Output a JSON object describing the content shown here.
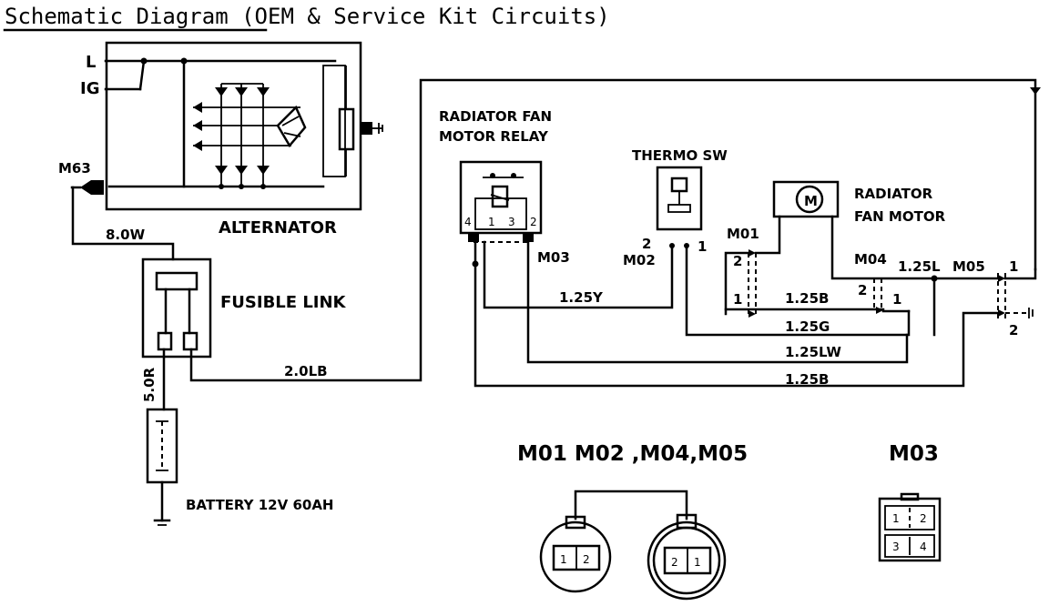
{
  "title": {
    "underlined": "Schematic Diagram",
    "rest": "(OEM & Service Kit Circuits)"
  },
  "alternator": {
    "label": "ALTERNATOR",
    "terminal_l": "L",
    "terminal_ig": "IG",
    "connector": "M63"
  },
  "fusible_link": {
    "label": "FUSIBLE LINK"
  },
  "battery": {
    "label": "BATTERY 12V 60AH"
  },
  "relay": {
    "label_line1": "RADIATOR FAN",
    "label_line2": "MOTOR RELAY",
    "connector": "M03",
    "pins": [
      "4",
      "1",
      "3",
      "2"
    ]
  },
  "thermo_sw": {
    "label": "THERMO SW",
    "connector": "M02",
    "pin_a": "2",
    "pin_b": "1"
  },
  "fan_motor": {
    "label_line1": "RADIATOR",
    "label_line2": "FAN MOTOR",
    "symbol": "M"
  },
  "connectors": {
    "m01": {
      "name": "M01",
      "pin_top": "2",
      "pin_bottom": "1"
    },
    "m04": {
      "name": "M04",
      "pin_a": "2",
      "pin_b": "1"
    },
    "m05": {
      "name": "M05",
      "pin_top": "1",
      "pin_bottom": "2"
    }
  },
  "wires": {
    "w_8_0w": "8.0W",
    "w_5_0r": "5.0R",
    "w_2_0lb": "2.0LB",
    "w_1_25y": "1.25Y",
    "w_1_25b_top": "1.25B",
    "w_1_25g": "1.25G",
    "w_1_25lw": "1.25LW",
    "w_1_25b_bottom": "1.25B",
    "w_1_25l": "1.25L"
  },
  "legend": {
    "round_title": "M01 M02 ,M04,M05",
    "round_left_pins": [
      "1",
      "2"
    ],
    "round_right_pins": [
      "2",
      "1"
    ],
    "square_title": "M03",
    "square_pins": [
      "1",
      "2",
      "3",
      "4"
    ]
  }
}
